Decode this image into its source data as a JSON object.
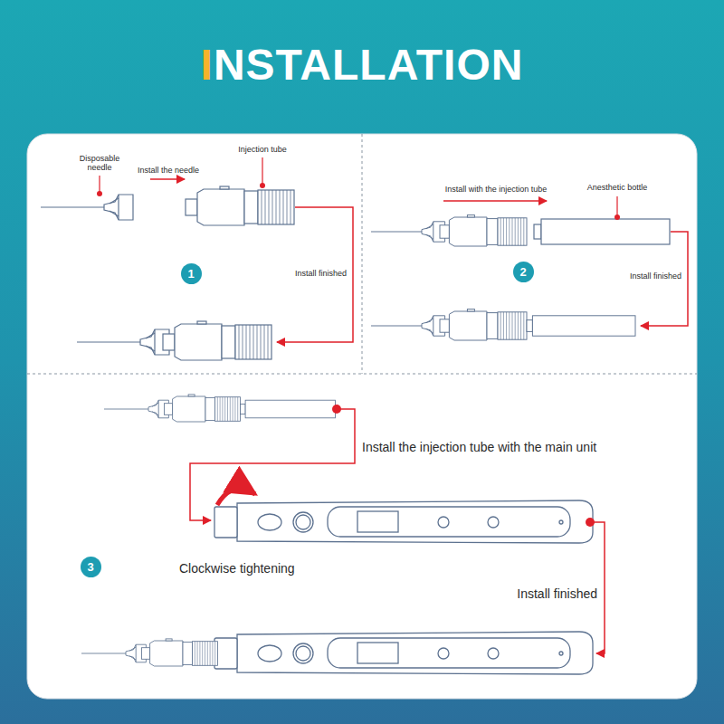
{
  "diagram": {
    "title": "INSTALLATION",
    "nodes": [
      {
        "text": [
          "1"
        ]
      },
      {
        "text": [
          "2"
        ]
      },
      {
        "text": [
          "3"
        ]
      }
    ],
    "labels": [
      "Disposable needle",
      "Install the needle",
      "Injection tube",
      "Install finished",
      "Install with the injection tube",
      "Anesthetic bottle",
      "Install finished",
      "Install the injection tube with the main unit",
      "Clockwise tightening",
      "Install finished"
    ]
  }
}
